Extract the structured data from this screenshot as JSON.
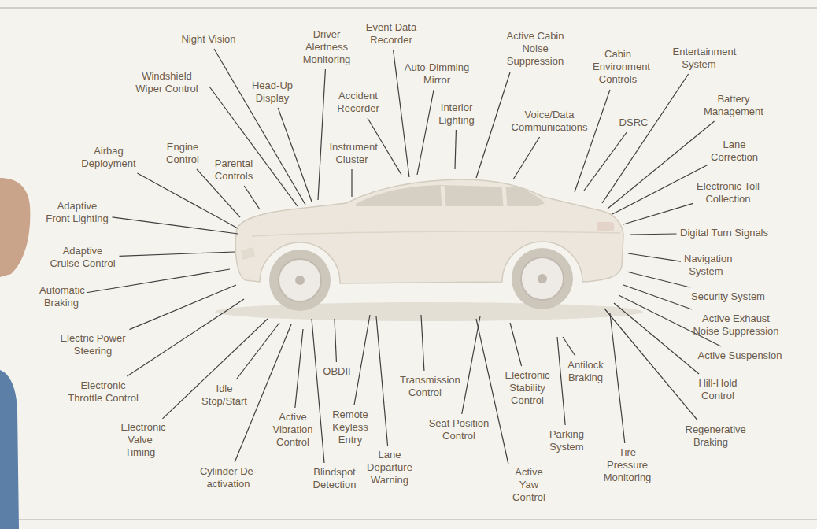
{
  "diagram": {
    "labels": [
      "Night Vision",
      "Driver Alertness Monitoring",
      "Event Data Recorder",
      "Active Cabin Noise Suppression",
      "Cabin Environment Controls",
      "Entertainment System",
      "Windshield Wiper Control",
      "Head-Up Display",
      "Auto-Dimming Mirror",
      "Accident Recorder",
      "Interior Lighting",
      "Voice/Data Communications",
      "DSRC",
      "Battery Management",
      "Engine Control",
      "Airbag Deployment",
      "Parental Controls",
      "Instrument Cluster",
      "Lane Correction",
      "Electronic Toll Collection",
      "Adaptive Front Lighting",
      "Digital Turn Signals",
      "Adaptive Cruise Control",
      "Navigation System",
      "Automatic Braking",
      "Security System",
      "Active Exhaust Noise Suppression",
      "Active Suspension",
      "Electric Power Steering",
      "Antilock Braking",
      "OBDII",
      "Transmission Control",
      "Electronic Stability Control",
      "Hill-Hold Control",
      "Electronic Throttle Control",
      "Idle Stop/Start",
      "Active Vibration Control",
      "Remote Keyless Entry",
      "Seat Position Control",
      "Electronic Valve Timing",
      "Regenerative Braking",
      "Parking System",
      "Lane Departure Warning",
      "Tire Pressure Monitoring",
      "Active Yaw Control",
      "Cylinder De-activation",
      "Blindspot Detection"
    ]
  }
}
